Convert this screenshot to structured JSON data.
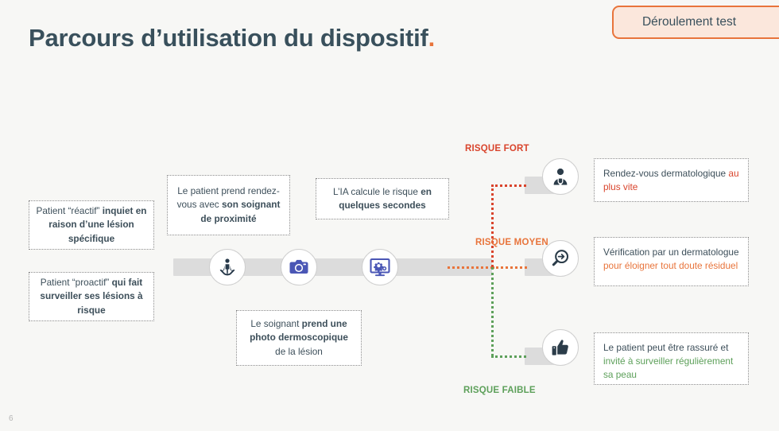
{
  "slide": {
    "title_main": "Parcours d’utilisation du dispositif",
    "title_dot": ".",
    "page_number": "6",
    "topic_tab": "Déroulement test",
    "background_color": "#f7f7f5",
    "title_color": "#39505c",
    "accent_color": "#e8743b"
  },
  "inputs": [
    {
      "name": "patient-reactif",
      "text_plain_1": "Patient “réactif” ",
      "text_bold": "inquiet en raison d’une lésion spécifique"
    },
    {
      "name": "patient-proactif",
      "text_plain_1": "Patient “proactif” ",
      "text_bold": "qui fait surveiller ses lésions à risque"
    }
  ],
  "steps": [
    {
      "name": "prise-rendez-vous",
      "text_plain_1": "Le patient prend rendez-vous avec ",
      "text_bold": "son soignant de proximité",
      "icon": "patient-in-hands-icon"
    },
    {
      "name": "photo-dermoscopique",
      "text_plain_1": "Le soignant ",
      "text_bold": "prend une photo dermoscopique",
      "text_plain_2": " de la lésion",
      "icon": "camera-icon"
    },
    {
      "name": "calcul-ia",
      "text_plain_1": "L’IA calcule le risque ",
      "text_bold": "en quelques secondes",
      "icon": "monitor-gear-icon"
    }
  ],
  "branches": [
    {
      "name": "risque-fort",
      "label": "RISQUE FORT",
      "color": "#d9442c",
      "icon": "doctor-icon",
      "outcome_plain": "Rendez-vous dermatologique ",
      "outcome_highlight": "au plus vite"
    },
    {
      "name": "risque-moyen",
      "label": "RISQUE MOYEN",
      "color": "#e8743b",
      "icon": "magnifier-arrow-icon",
      "outcome_plain": "Vérification par un dermatologue ",
      "outcome_highlight": "pour éloigner tout doute résiduel"
    },
    {
      "name": "risque-faible",
      "label": "RISQUE FAIBLE",
      "color": "#5da05a",
      "icon": "thumbs-up-icon",
      "outcome_plain": "Le patient peut être rassuré et ",
      "outcome_highlight": "invité à surveiller régulièrement sa peau"
    }
  ]
}
